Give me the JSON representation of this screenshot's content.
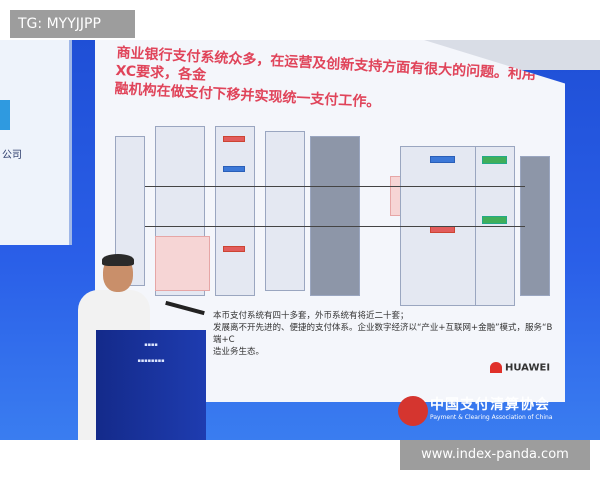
{
  "watermarks": {
    "top": "TG: MYYJJPP",
    "bottom": "www.index-panda.com"
  },
  "left_screen": {
    "text": "公司"
  },
  "slide": {
    "title_line1": "商业银行支付系统众多，在运营及创新支持方面有很大的问题。利用XC要求，各金",
    "title_line2": "融机构在做支付下移并实现统一支付工作。",
    "notes": [
      "本币支付系统有四十多套，外币系统有将近二十套；",
      "发展离不开先进的、便捷的支付体系。企业数字经济以“产业+互联网+金融”模式，服务“B端+C",
      "造业务生态。"
    ],
    "brand": "HUAWEI"
  },
  "organization": {
    "name": "中国支付清算协会",
    "english": "Payment & Clearing Association of China"
  },
  "colors": {
    "backdrop": "#2a5fe8",
    "title": "#e0445a",
    "org_logo": "#d5352f",
    "huawei": "#e0302a"
  }
}
